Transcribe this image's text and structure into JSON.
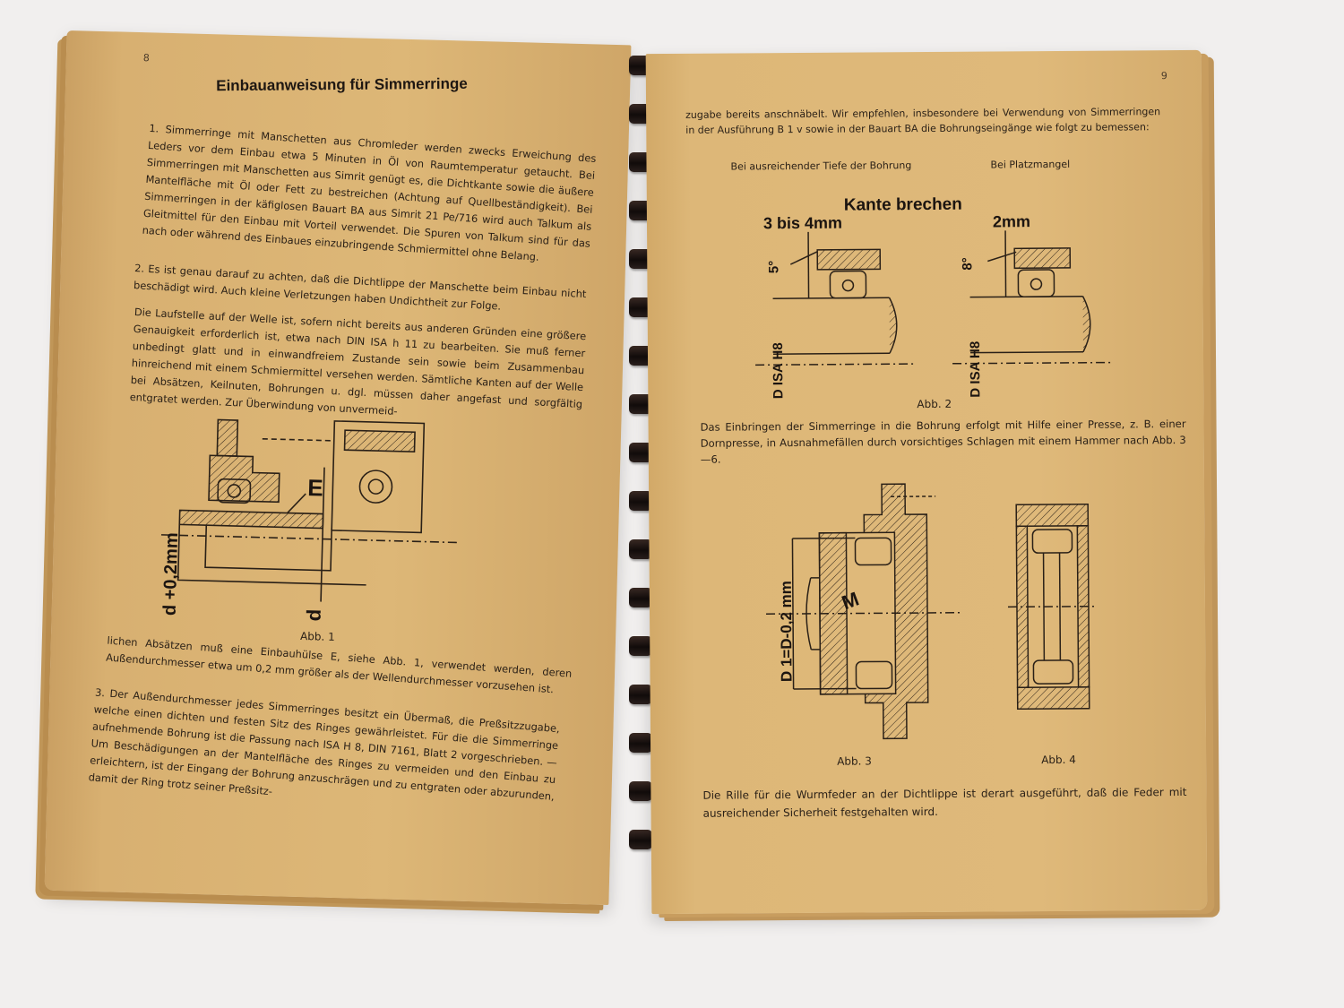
{
  "left_page": {
    "page_number": "8",
    "title": "Einbauanweisung für Simmerringe",
    "para1": "1. Simmerringe mit Manschetten aus Chromleder werden zwecks Erweichung des Leders vor dem Einbau etwa 5 Minuten in Öl von Raumtemperatur getaucht. Bei Simmerringen mit Manschetten aus Simrit genügt es, die Dichtkante sowie die äußere Mantelfläche mit Öl oder Fett zu bestreichen (Achtung auf Quellbeständigkeit). Bei Simmerringen in der käfiglosen Bauart BA aus Simrit 21 Pe/716 wird auch Talkum als Gleitmittel für den Einbau mit Vorteil verwendet. Die Spuren von Talkum sind für das nach oder während des Einbaues einzubringende Schmiermittel ohne Belang.",
    "para2": "2. Es ist genau darauf zu achten, daß die Dichtlippe der Manschette beim Einbau nicht beschädigt wird. Auch kleine Verletzungen haben Undichtheit zur Folge.",
    "para3": "Die Laufstelle auf der Welle ist, sofern nicht bereits aus anderen Gründen eine größere Genauigkeit erforderlich ist, etwa nach DIN ISA h 11 zu bearbeiten. Sie muß ferner unbedingt glatt und in einwandfreiem Zustande sein sowie beim Zusammenbau hinreichend mit einem Schmiermittel versehen werden. Sämtliche Kanten auf der Welle bei Absätzen, Keilnuten, Bohrungen u. dgl. müssen daher angefast und sorgfältig entgratet werden. Zur Überwindung von unvermeid-",
    "fig1_caption": "Abb. 1",
    "fig1_label_e": "E",
    "fig1_label_d1": "d +0,2mm",
    "fig1_label_d2": "d",
    "para4": "lichen Absätzen muß eine Einbauhülse E, siehe Abb. 1, verwendet werden, deren Außendurchmesser etwa um 0,2 mm größer als der Wellendurchmesser vorzusehen ist.",
    "para5": "3. Der Außendurchmesser jedes Simmerringes besitzt ein Übermaß, die Preßsitzzugabe, welche einen dichten und festen Sitz des Ringes gewährleistet. Für die die Simmerringe aufnehmende Bohrung ist die Passung nach ISA H 8, DIN 7161, Blatt 2 vorgeschrieben. — Um Beschädigungen an der Mantelfläche des Ringes zu vermeiden und den Einbau zu erleichtern, ist der Eingang der Bohrung anzuschrägen und zu entgraten oder abzurunden, damit der Ring trotz seiner Preßsitz-"
  },
  "right_page": {
    "page_number": "9",
    "text1": "zugabe bereits anschnäbelt. Wir empfehlen, insbesondere bei Verwendung von Simmerringen in der Ausführung B 1 v sowie in der Bauart BA die Bohrungseingänge wie folgt zu bemessen:",
    "sub1": "Bei ausreichender Tiefe der Bohrung",
    "sub2": "Bei Platzmangel",
    "fig2_kante": "Kante brechen",
    "fig2_3bis4": "3 bis 4mm",
    "fig2_2mm": "2mm",
    "fig2_5deg": "5°",
    "fig2_8deg": "8°",
    "fig2_dlabel": "D ISA H8",
    "fig2_caption": "Abb. 2",
    "text2": "Das Einbringen der Simmerringe in die Bohrung erfolgt mit Hilfe einer Presse, z. B. einer Dornpresse, in Ausnahmefällen durch vorsichtiges Schlagen mit einem Hammer nach Abb. 3—6.",
    "fig3_label": "D 1=D-0,2 mm",
    "fig3_m": "M",
    "fig3_caption": "Abb. 3",
    "fig4_caption": "Abb. 4",
    "text3": "Die Rille für die Wurmfeder an der Dichtlippe ist derart ausgeführt, daß die Feder mit ausreichender Sicherheit festgehalten wird."
  }
}
